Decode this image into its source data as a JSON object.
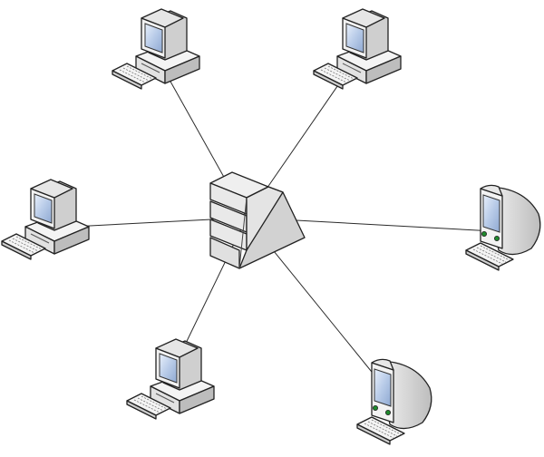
{
  "diagram": {
    "topology": "star",
    "colors": {
      "line": "#2a2a2a",
      "outline": "#222222",
      "screen": "#9fb8dc",
      "led": "#1f8a2d"
    },
    "hub": {
      "name": "hub",
      "icon": "network-hub-icon"
    },
    "nodes": [
      {
        "name": "workstation-top-left",
        "icon": "desktop-computer-icon"
      },
      {
        "name": "workstation-top-right",
        "icon": "desktop-computer-icon"
      },
      {
        "name": "workstation-left",
        "icon": "desktop-computer-icon"
      },
      {
        "name": "imac-right",
        "icon": "imac-computer-icon"
      },
      {
        "name": "workstation-bottom-left",
        "icon": "desktop-computer-icon"
      },
      {
        "name": "imac-bottom-right",
        "icon": "imac-computer-icon"
      }
    ]
  }
}
